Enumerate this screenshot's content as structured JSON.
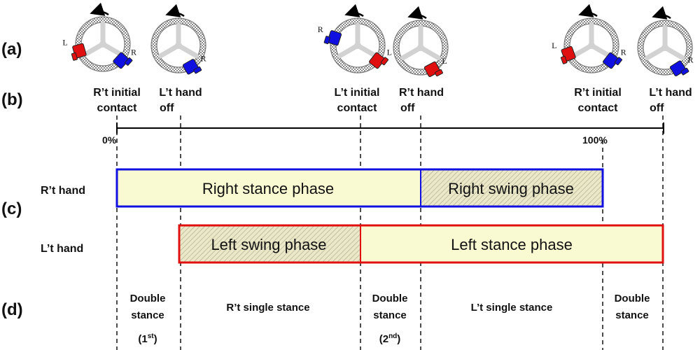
{
  "colors": {
    "right": "#1010e0",
    "left": "#e01010",
    "stance_fill": "#fafad2",
    "swing_fill": "#ebe8c8",
    "rim": "#7a7a7a",
    "spoke": "#d2d2d2"
  },
  "sections": {
    "a": "(a)",
    "b": "(b)",
    "c": "(c)",
    "d": "(d)"
  },
  "hand_letters": {
    "left": "L",
    "right": "R"
  },
  "events": [
    {
      "line1": "R’t initial",
      "line2": "contact"
    },
    {
      "line1": "L’t hand",
      "line2": "off"
    },
    {
      "line1": "L’t initial",
      "line2": "contact"
    },
    {
      "line1": "R’t hand",
      "line2": "off"
    },
    {
      "line1": "R’t initial",
      "line2": "contact"
    },
    {
      "line1": "L’t hand",
      "line2": "off"
    }
  ],
  "axis": {
    "start": "0%",
    "end": "100%"
  },
  "rows": {
    "right": "R’t hand",
    "left": "L’t hand"
  },
  "phases": {
    "right_stance": "Right stance phase",
    "right_swing": "Right swing phase",
    "left_swing": "Left swing phase",
    "left_stance": "Left stance phase"
  },
  "subphases": {
    "double1": {
      "line1": "Double",
      "line2": "stance",
      "line3": "(1",
      "sup": "st",
      "close": ")"
    },
    "right_single": "R’t single stance",
    "double2": {
      "line1": "Double",
      "line2": "stance",
      "line3": "(2",
      "sup": "nd",
      "close": ")"
    },
    "left_single": "L’t single stance",
    "double3": {
      "line1": "Double",
      "line2": "stance"
    }
  },
  "wheels": [
    {
      "hands": [
        "left",
        "right"
      ]
    },
    {
      "hands": [
        "right"
      ]
    },
    {
      "hands": [
        "right",
        "left"
      ]
    },
    {
      "hands": [
        "left"
      ]
    },
    {
      "hands": [
        "left",
        "right"
      ]
    },
    {
      "hands": [
        "right"
      ]
    }
  ]
}
